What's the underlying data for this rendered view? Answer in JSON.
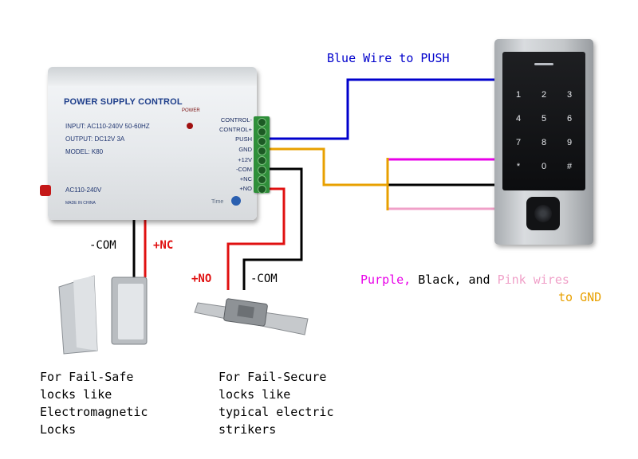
{
  "power_supply": {
    "title": "POWER SUPPLY CONTROL",
    "input": "INPUT: AC110-240V  50-60HZ",
    "output": "OUTPUT: DC12V  3A",
    "model": "MODEL: K80",
    "power_led_label": "POWER",
    "ac_label": "AC110-240V",
    "made_in": "MADE IN CHINA",
    "brand": "Time",
    "terminals": [
      "CONTROL-",
      "CONTROL+",
      "PUSH",
      "GND",
      "+12V",
      "-COM",
      "+NC",
      "+NO"
    ]
  },
  "keypad": {
    "keys": [
      "1",
      "2",
      "3",
      "4",
      "5",
      "6",
      "7",
      "8",
      "9",
      "*",
      "0",
      "#"
    ]
  },
  "labels": {
    "blue_wire": "Blue Wire to PUSH",
    "com_left": "-COM",
    "nc": "+NC",
    "no": "+NO",
    "com_right": "-COM",
    "purple": "Purple,",
    "black": " Black, and ",
    "pink": "Pink wires",
    "to_gnd": "to GND"
  },
  "captions": {
    "fail_safe": [
      "For Fail-Safe",
      "locks like",
      "Electromagnetic",
      "Locks"
    ],
    "fail_secure": [
      "For Fail-Secure",
      "locks like",
      "typical electric",
      "strikers"
    ]
  },
  "colors": {
    "blue": "#0000cc",
    "orange": "#e8a000",
    "red": "#e01010",
    "purple": "#e800e8",
    "pink": "#f0a0c8",
    "black": "#000000"
  }
}
